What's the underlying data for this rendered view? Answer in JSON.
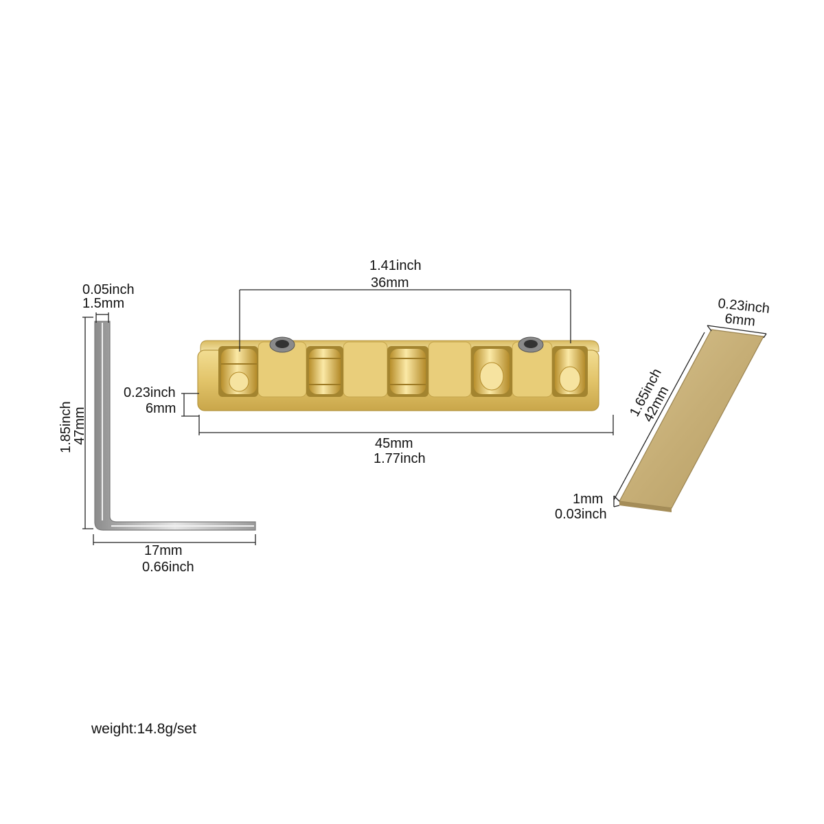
{
  "nut": {
    "width_inch": "1.41inch",
    "width_mm": "36mm",
    "length_mm": "45mm",
    "length_inch": "1.77inch",
    "height_inch": "0.23inch",
    "height_mm": "6mm"
  },
  "wrench": {
    "thickness_inch": "0.05inch",
    "thickness_mm": "1.5mm",
    "long_inch": "1.85inch",
    "long_mm": "47mm",
    "short_mm": "17mm",
    "short_inch": "0.66inch"
  },
  "shim": {
    "width_inch": "0.23inch",
    "width_mm": "6mm",
    "length_inch": "1.65inch",
    "length_mm": "42mm",
    "thickness_mm": "1mm",
    "thickness_inch": "0.03inch"
  },
  "weight": "weight:14.8g/set",
  "colors": {
    "brass_light": "#e9cf7a",
    "brass_mid": "#d2b055",
    "brass_dark": "#a98a35",
    "shim": "#c7b07a",
    "steel": "#b9b9b9"
  }
}
